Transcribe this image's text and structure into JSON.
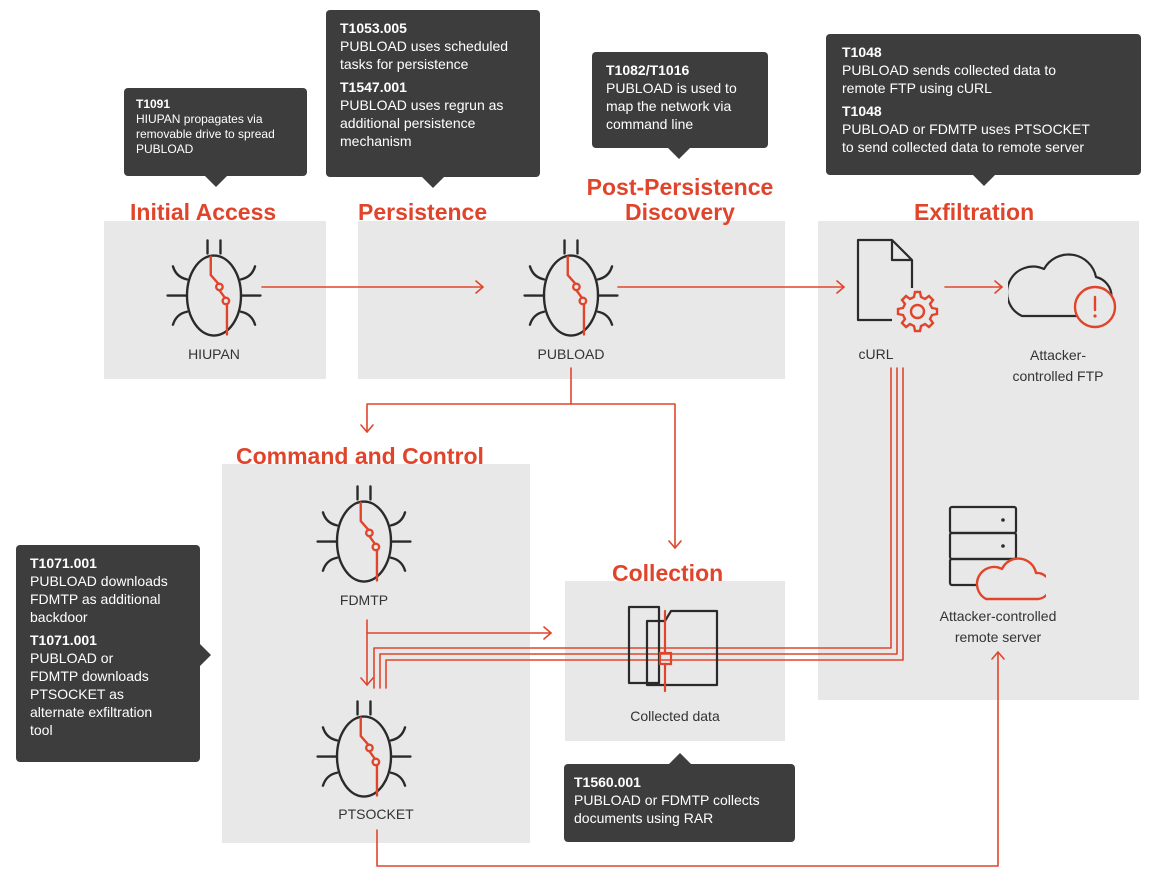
{
  "stages": {
    "initial_access": "Initial Access",
    "persistence": "Persistence",
    "post_persistence_1": "Post-Persistence",
    "post_persistence_2": "Discovery",
    "exfiltration": "Exfiltration",
    "command_and_control": "Command and Control",
    "collection": "Collection"
  },
  "nodes": {
    "hiupan": "HIUPAN",
    "pubload": "PUBLOAD",
    "curl": "cURL",
    "ftp_line1": "Attacker-",
    "ftp_line2": "controlled FTP",
    "fdmtp": "FDMTP",
    "ptsocket": "PTSOCKET",
    "collected": "Collected data",
    "server_line1": "Attacker-controlled",
    "server_line2": "remote server"
  },
  "callouts": {
    "t1091": {
      "id": "T1091",
      "lines": [
        "HIUPAN propagates via",
        "removable drive to spread",
        "PUBLOAD"
      ]
    },
    "persistence": {
      "id1": "T1053.005",
      "lines1": [
        "PUBLOAD uses scheduled",
        "tasks for persistence"
      ],
      "id2": "T1547.001",
      "lines2": [
        "PUBLOAD uses regrun as",
        "additional persistence",
        "mechanism"
      ]
    },
    "discovery": {
      "id": "T1082/T1016",
      "lines": [
        "PUBLOAD is used to",
        "map the network via",
        "command line"
      ]
    },
    "exfil": {
      "id1": "T1048",
      "lines1": [
        "PUBLOAD sends collected data to",
        "remote FTP using cURL"
      ],
      "id2": "T1048",
      "lines2": [
        "PUBLOAD or FDMTP uses PTSOCKET",
        "to send collected data to remote server"
      ]
    },
    "c2": {
      "id1": "T1071.001",
      "lines1": [
        "PUBLOAD downloads",
        "FDMTP as additional",
        "backdoor"
      ],
      "id2": "T1071.001",
      "lines2": [
        "PUBLOAD or",
        "FDMTP  downloads",
        "PTSOCKET as",
        "alternate exfiltration",
        "tool"
      ]
    },
    "collection": {
      "id": "T1560.001",
      "lines": [
        "PUBLOAD or FDMTP collects",
        "documents using RAR"
      ]
    }
  },
  "colors": {
    "accent": "#e0452c",
    "panel": "#e8e8e8",
    "callout": "#3d3d3d",
    "icon_stroke": "#2a2a2a"
  }
}
